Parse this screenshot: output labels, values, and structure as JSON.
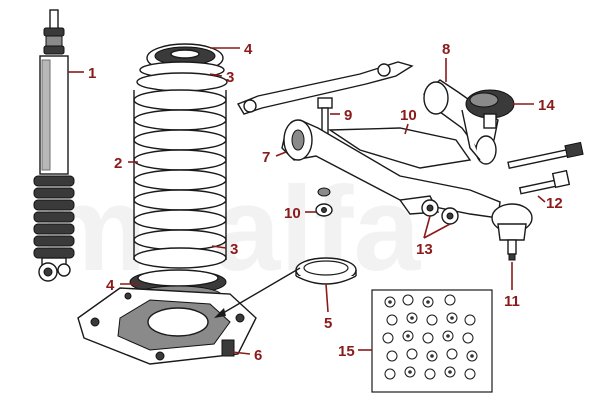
{
  "watermark": {
    "text": "myalfa",
    "color": "#e6e6e6"
  },
  "callout_color": "#8b1a1a",
  "callouts": {
    "c1": "1",
    "c2": "2",
    "c3a": "3",
    "c3b": "3",
    "c4a": "4",
    "c4b": "4",
    "c5": "5",
    "c6": "6",
    "c7": "7",
    "c8": "8",
    "c9": "9",
    "c10a": "10",
    "c10b": "10",
    "c11": "11",
    "c12": "12",
    "c13": "13",
    "c14": "14",
    "c15": "15"
  }
}
